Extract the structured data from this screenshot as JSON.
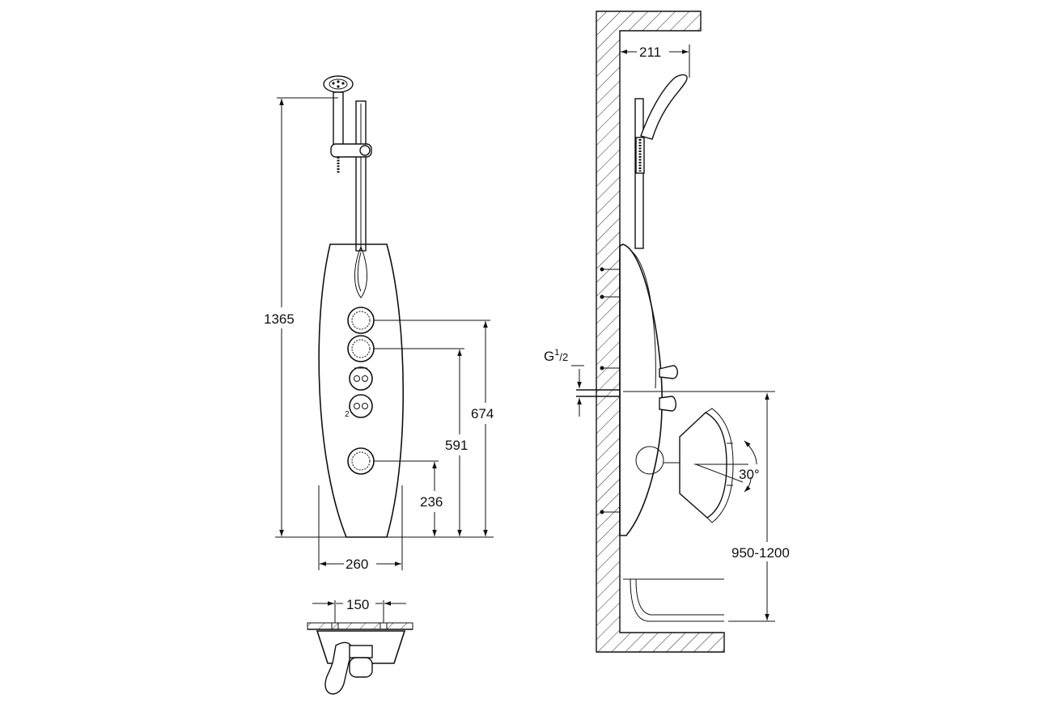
{
  "front_view": {
    "dim_height_total": "1365",
    "dim_height_top_jet": "674",
    "dim_height_mid_jet": "591",
    "dim_height_low_jet": "236",
    "dim_width": "260"
  },
  "plan_view": {
    "dim_mount_spacing": "150"
  },
  "side_view": {
    "dim_handshower_reach": "211",
    "connection_thread_main": "G",
    "connection_thread_sup": "1",
    "connection_thread_sub": "/2",
    "dim_jet_angle": "30°",
    "dim_mount_height": "950-1200"
  }
}
